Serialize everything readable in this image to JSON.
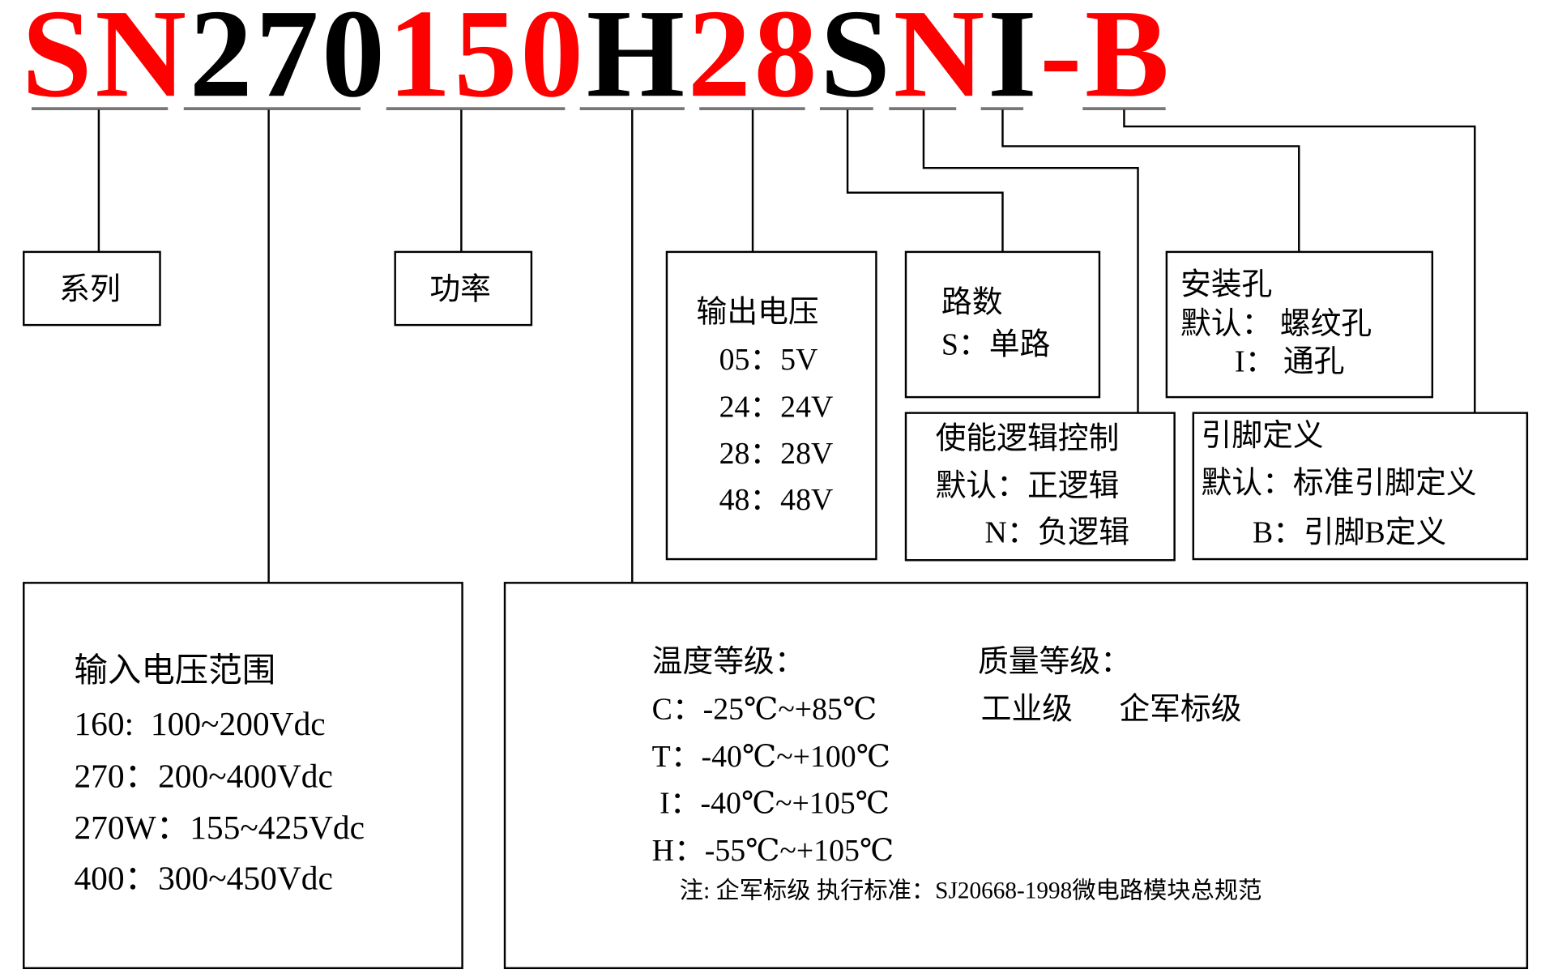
{
  "code": {
    "segments": [
      {
        "text": "SN",
        "color": "#ff0000"
      },
      {
        "text": "270",
        "color": "#000000"
      },
      {
        "text": "150",
        "color": "#ff0000"
      },
      {
        "text": "H",
        "color": "#000000"
      },
      {
        "text": "28",
        "color": "#ff0000"
      },
      {
        "text": "S",
        "color": "#000000"
      },
      {
        "text": "N",
        "color": "#ff0000"
      },
      {
        "text": "I",
        "color": "#000000"
      },
      {
        "text": "-B",
        "color": "#ff0000"
      }
    ]
  },
  "series": {
    "label": "系列"
  },
  "power": {
    "label": "功率"
  },
  "output_voltage": {
    "title": "输出电压",
    "options": [
      "05：5V",
      "24：24V",
      "28：28V",
      "48：48V"
    ]
  },
  "channels": {
    "title": "路数",
    "options": [
      "S：单路"
    ]
  },
  "enable_logic": {
    "title": "使能逻辑控制",
    "options": [
      "默认：正逻辑",
      "N：负逻辑"
    ]
  },
  "mounting_hole": {
    "title": "安装孔",
    "options": [
      "默认： 螺纹孔",
      "I： 通孔"
    ]
  },
  "pin_definition": {
    "title": "引脚定义",
    "options": [
      "默认：标准引脚定义",
      "B：引脚B定义"
    ]
  },
  "input_voltage": {
    "title": "输入电压范围",
    "options": [
      "160:  100~200Vdc",
      "270：200~400Vdc",
      "270W：155~425Vdc",
      "400：300~450Vdc"
    ]
  },
  "temperature": {
    "title": "温度等级：",
    "options": [
      "C：-25℃~+85℃",
      "T：-40℃~+100℃",
      " I：-40℃~+105℃",
      "H：-55℃~+105℃"
    ]
  },
  "quality": {
    "title": "质量等级：",
    "options": [
      "工业级",
      "企军标级"
    ]
  },
  "note": "注: 企军标级 执行标准：SJ20668-1998微电路模块总规范"
}
